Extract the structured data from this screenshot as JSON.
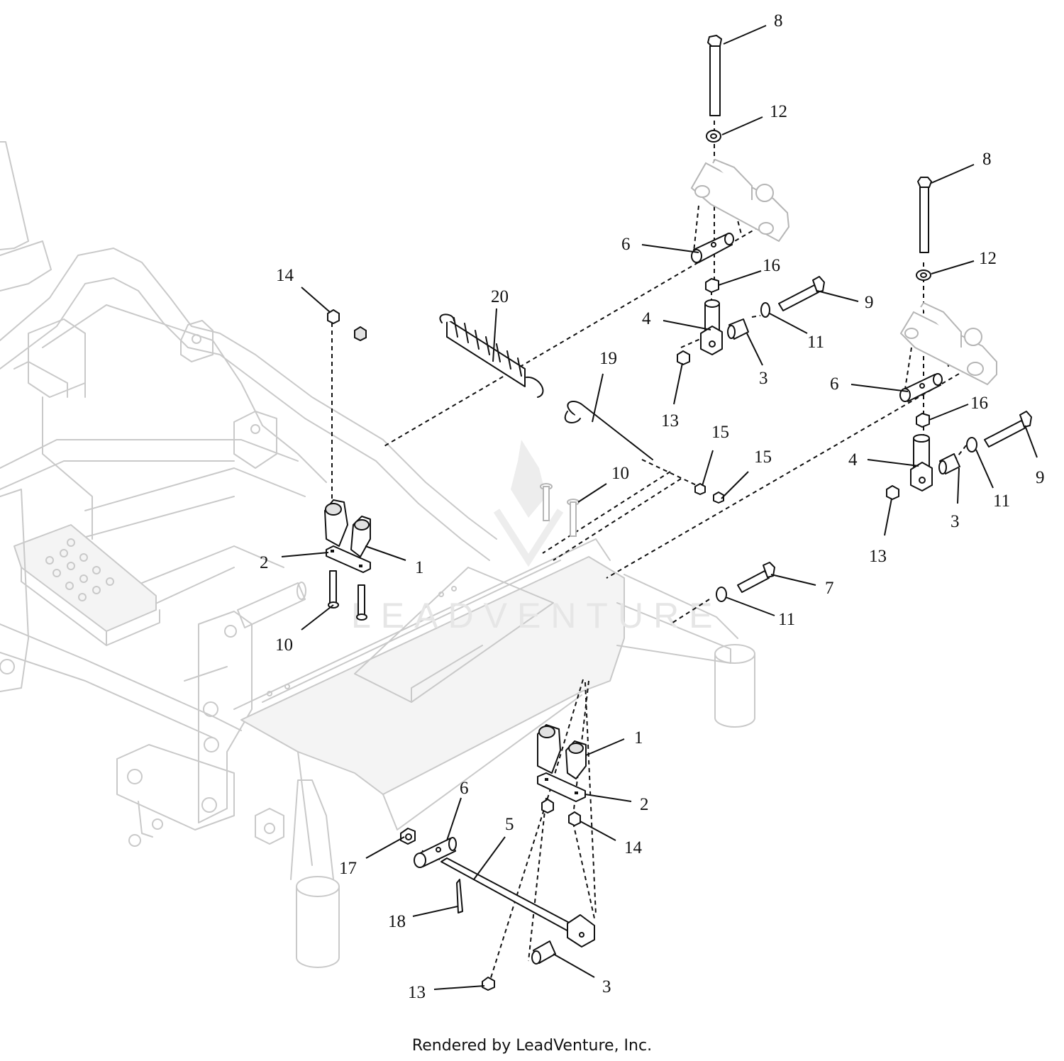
{
  "credit": "Rendered by LeadVenture, Inc.",
  "watermark": "LEADVENTURE",
  "callouts": [
    {
      "id": "c8a",
      "label": "8"
    },
    {
      "id": "c12a",
      "label": "12"
    },
    {
      "id": "c8b",
      "label": "8"
    },
    {
      "id": "c12b",
      "label": "12"
    },
    {
      "id": "c6a",
      "label": "6"
    },
    {
      "id": "c16a",
      "label": "16"
    },
    {
      "id": "c9a",
      "label": "9"
    },
    {
      "id": "c4a",
      "label": "4"
    },
    {
      "id": "c11a",
      "label": "11"
    },
    {
      "id": "c3a",
      "label": "3"
    },
    {
      "id": "c13a",
      "label": "13"
    },
    {
      "id": "c14a",
      "label": "14"
    },
    {
      "id": "c20",
      "label": "20"
    },
    {
      "id": "c19",
      "label": "19"
    },
    {
      "id": "c6b",
      "label": "6"
    },
    {
      "id": "c16b",
      "label": "16"
    },
    {
      "id": "c4b",
      "label": "4"
    },
    {
      "id": "c9b",
      "label": "9"
    },
    {
      "id": "c11b",
      "label": "11"
    },
    {
      "id": "c3b",
      "label": "3"
    },
    {
      "id": "c13b",
      "label": "13"
    },
    {
      "id": "c15a",
      "label": "15"
    },
    {
      "id": "c15b",
      "label": "15"
    },
    {
      "id": "c10a",
      "label": "10"
    },
    {
      "id": "c2a",
      "label": "2"
    },
    {
      "id": "c1a",
      "label": "1"
    },
    {
      "id": "c10b",
      "label": "10"
    },
    {
      "id": "c7",
      "label": "7"
    },
    {
      "id": "c11c",
      "label": "11"
    },
    {
      "id": "c1b",
      "label": "1"
    },
    {
      "id": "c2b",
      "label": "2"
    },
    {
      "id": "c6c",
      "label": "6"
    },
    {
      "id": "c5",
      "label": "5"
    },
    {
      "id": "c14b",
      "label": "14"
    },
    {
      "id": "c17",
      "label": "17"
    },
    {
      "id": "c18",
      "label": "18"
    },
    {
      "id": "c3c",
      "label": "3"
    },
    {
      "id": "c13c",
      "label": "13"
    }
  ]
}
